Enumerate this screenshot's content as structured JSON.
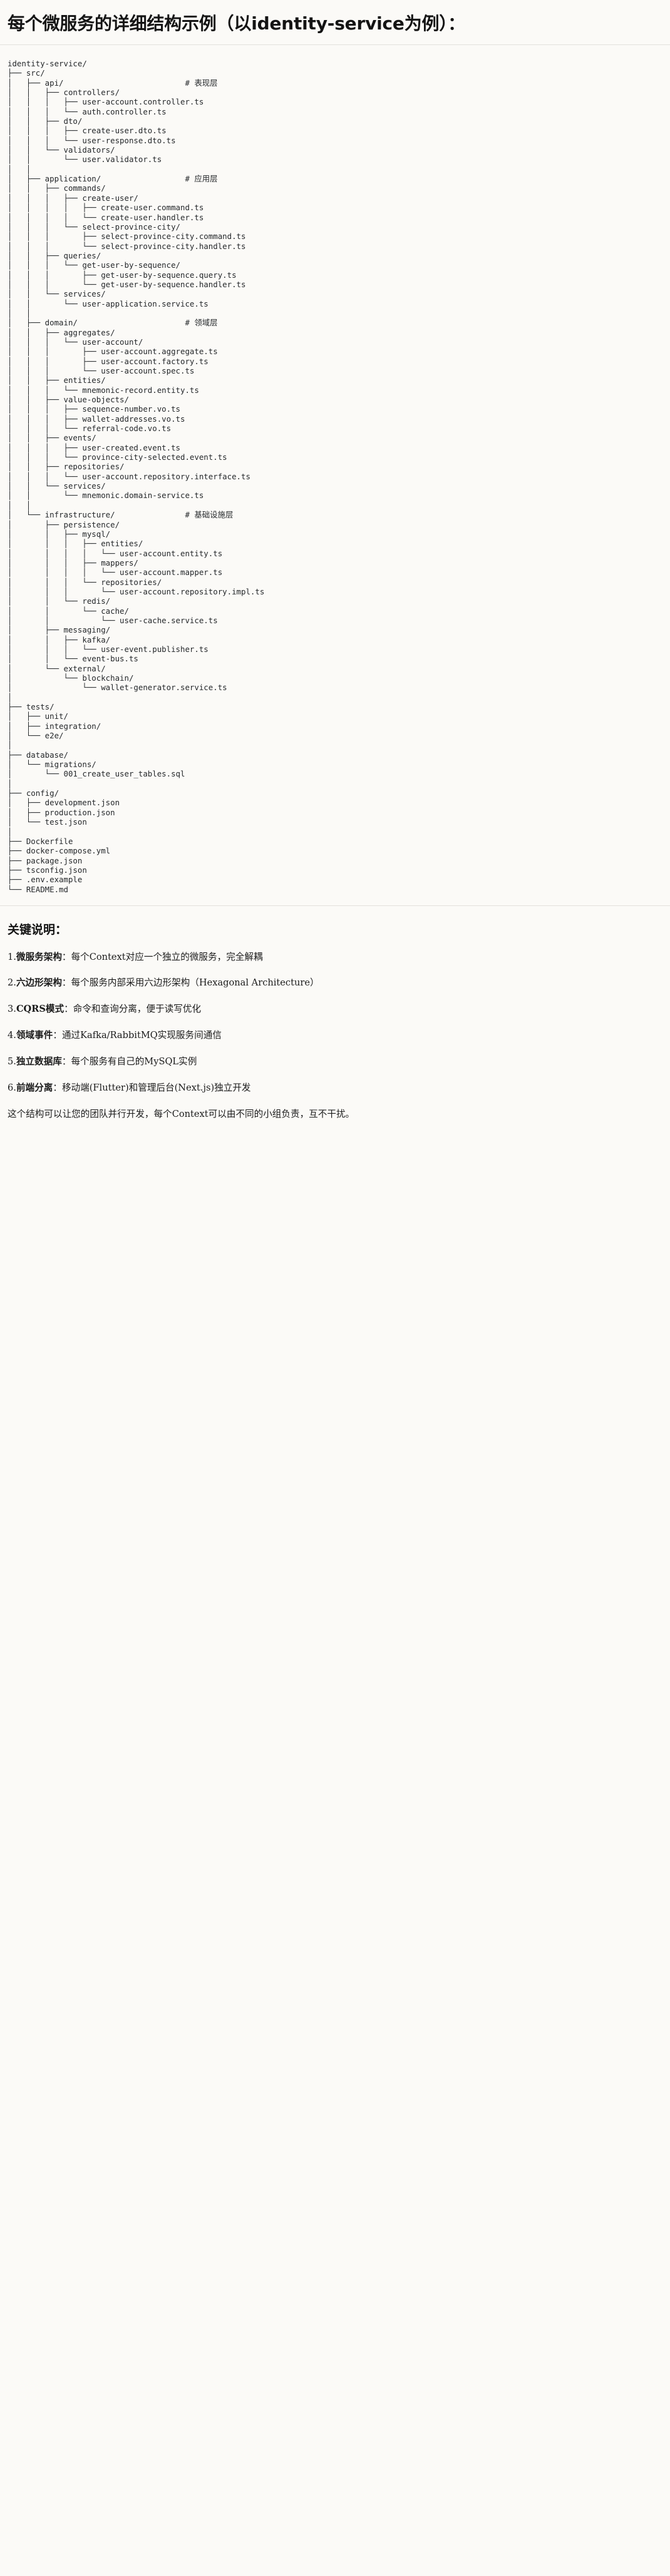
{
  "header": {
    "title": "每个微服务的详细结构示例（以identity-service为例）："
  },
  "tree": {
    "root": "identity-service/",
    "comments": {
      "api": "# 表现层",
      "application": "# 应用层",
      "domain": "# 领域层",
      "infrastructure": "# 基础设施层"
    },
    "text": "identity-service/\n├── src/\n│   ├── api/                          # 表现层\n│   │   ├── controllers/\n│   │   │   ├── user-account.controller.ts\n│   │   │   └── auth.controller.ts\n│   │   ├── dto/\n│   │   │   ├── create-user.dto.ts\n│   │   │   └── user-response.dto.ts\n│   │   └── validators/\n│   │       └── user.validator.ts\n│   │\n│   ├── application/                  # 应用层\n│   │   ├── commands/\n│   │   │   ├── create-user/\n│   │   │   │   ├── create-user.command.ts\n│   │   │   │   └── create-user.handler.ts\n│   │   │   └── select-province-city/\n│   │   │       ├── select-province-city.command.ts\n│   │   │       └── select-province-city.handler.ts\n│   │   ├── queries/\n│   │   │   └── get-user-by-sequence/\n│   │   │       ├── get-user-by-sequence.query.ts\n│   │   │       └── get-user-by-sequence.handler.ts\n│   │   └── services/\n│   │       └── user-application.service.ts\n│   │\n│   ├── domain/                       # 领域层\n│   │   ├── aggregates/\n│   │   │   └── user-account/\n│   │   │       ├── user-account.aggregate.ts\n│   │   │       ├── user-account.factory.ts\n│   │   │       └── user-account.spec.ts\n│   │   ├── entities/\n│   │   │   └── mnemonic-record.entity.ts\n│   │   ├── value-objects/\n│   │   │   ├── sequence-number.vo.ts\n│   │   │   ├── wallet-addresses.vo.ts\n│   │   │   └── referral-code.vo.ts\n│   │   ├── events/\n│   │   │   ├── user-created.event.ts\n│   │   │   └── province-city-selected.event.ts\n│   │   ├── repositories/\n│   │   │   └── user-account.repository.interface.ts\n│   │   └── services/\n│   │       └── mnemonic.domain-service.ts\n│   │\n│   └── infrastructure/               # 基础设施层\n│       ├── persistence/\n│       │   ├── mysql/\n│       │   │   ├── entities/\n│       │   │   │   └── user-account.entity.ts\n│       │   │   ├── mappers/\n│       │   │   │   └── user-account.mapper.ts\n│       │   │   └── repositories/\n│       │   │       └── user-account.repository.impl.ts\n│       │   └── redis/\n│       │       └── cache/\n│       │           └── user-cache.service.ts\n│       ├── messaging/\n│       │   ├── kafka/\n│       │   │   └── user-event.publisher.ts\n│       │   └── event-bus.ts\n│       └── external/\n│           └── blockchain/\n│               └── wallet-generator.service.ts\n│\n├── tests/\n│   ├── unit/\n│   ├── integration/\n│   └── e2e/\n│\n├── database/\n│   └── migrations/\n│       └── 001_create_user_tables.sql\n│\n├── config/\n│   ├── development.json\n│   ├── production.json\n│   └── test.json\n│\n├── Dockerfile\n├── docker-compose.yml\n├── package.json\n├── tsconfig.json\n├── .env.example\n└── README.md"
  },
  "notes": {
    "title": "关键说明：",
    "items": [
      {
        "num": "1.",
        "term": "微服务架构",
        "sep": "：",
        "desc": "每个Context对应一个独立的微服务，完全解耦"
      },
      {
        "num": "2.",
        "term": "六边形架构",
        "sep": "：",
        "desc": "每个服务内部采用六边形架构（Hexagonal Architecture）"
      },
      {
        "num": "3.",
        "term": "CQRS模式",
        "sep": "：",
        "desc": "命令和查询分离，便于读写优化"
      },
      {
        "num": "4.",
        "term": "领域事件",
        "sep": "：",
        "desc": "通过Kafka/RabbitMQ实现服务间通信"
      },
      {
        "num": "5.",
        "term": "独立数据库",
        "sep": "：",
        "desc": "每个服务有自己的MySQL实例"
      },
      {
        "num": "6.",
        "term": "前端分离",
        "sep": "：",
        "desc": "移动端(Flutter)和管理后台(Next.js)独立开发"
      }
    ],
    "closing": "这个结构可以让您的团队并行开发，每个Context可以由不同的小组负责，互不干扰。"
  }
}
